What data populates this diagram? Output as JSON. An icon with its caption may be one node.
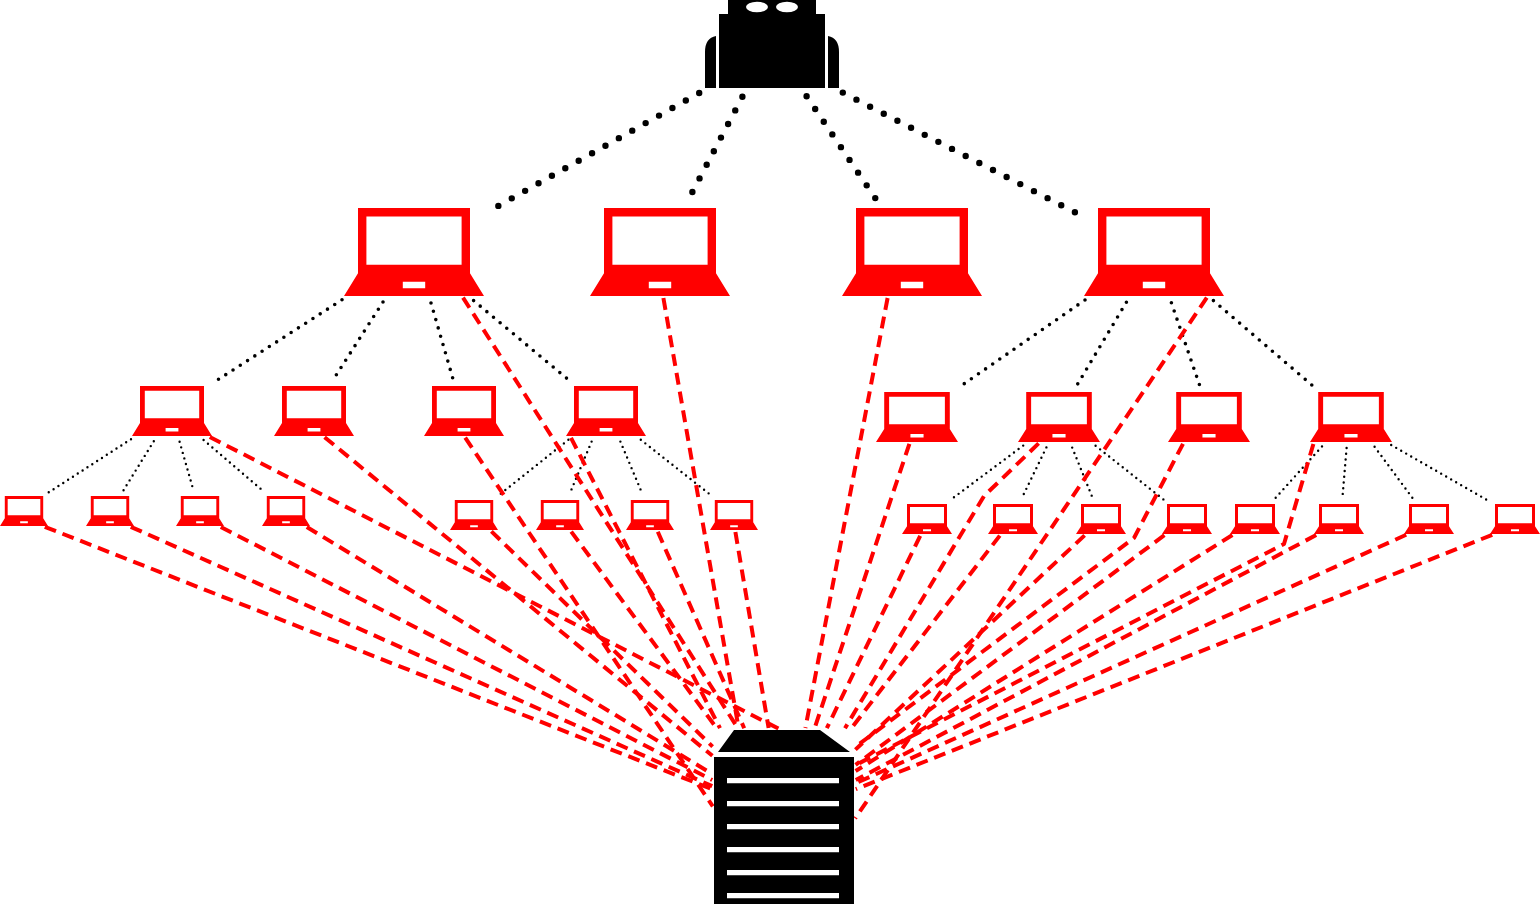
{
  "diagram": {
    "nodes": [
      {
        "text": [],
        "shape": "person"
      },
      {
        "text": [],
        "shape": "laptop"
      },
      {
        "text": [],
        "shape": "laptop"
      },
      {
        "text": [],
        "shape": "laptop"
      },
      {
        "text": [],
        "shape": "laptop"
      },
      {
        "text": [],
        "shape": "laptop"
      },
      {
        "text": [],
        "shape": "laptop"
      },
      {
        "text": [],
        "shape": "laptop"
      },
      {
        "text": [],
        "shape": "laptop"
      },
      {
        "text": [],
        "shape": "laptop"
      },
      {
        "text": [],
        "shape": "laptop"
      },
      {
        "text": [],
        "shape": "laptop"
      },
      {
        "text": [],
        "shape": "laptop"
      },
      {
        "text": [],
        "shape": "laptop"
      },
      {
        "text": [],
        "shape": "laptop"
      },
      {
        "text": [],
        "shape": "laptop"
      },
      {
        "text": [],
        "shape": "laptop"
      },
      {
        "text": [],
        "shape": "laptop"
      },
      {
        "text": [],
        "shape": "laptop"
      },
      {
        "text": [],
        "shape": "laptop"
      },
      {
        "text": [],
        "shape": "laptop"
      },
      {
        "text": [],
        "shape": "laptop"
      },
      {
        "text": [],
        "shape": "laptop"
      },
      {
        "text": [],
        "shape": "laptop"
      },
      {
        "text": [],
        "shape": "laptop"
      },
      {
        "text": [],
        "shape": "laptop"
      },
      {
        "text": [],
        "shape": "laptop"
      },
      {
        "text": [],
        "shape": "laptop"
      },
      {
        "text": [],
        "shape": "laptop"
      },
      {
        "text": [],
        "shape": "server"
      }
    ],
    "edges": [
      {
        "from": 0,
        "to": 1,
        "arrow": "none",
        "style": "dashed"
      },
      {
        "from": 0,
        "to": 2,
        "arrow": "none",
        "style": "dashed"
      },
      {
        "from": 0,
        "to": 3,
        "arrow": "none",
        "style": "dashed"
      },
      {
        "from": 0,
        "to": 4,
        "arrow": "none",
        "style": "dashed"
      },
      {
        "from": 1,
        "to": 5,
        "arrow": "none",
        "style": "dashed"
      },
      {
        "from": 1,
        "to": 6,
        "arrow": "none",
        "style": "dashed"
      },
      {
        "from": 1,
        "to": 7,
        "arrow": "none",
        "style": "dashed"
      },
      {
        "from": 1,
        "to": 8,
        "arrow": "none",
        "style": "dashed"
      },
      {
        "from": 4,
        "to": 9,
        "arrow": "none",
        "style": "dashed"
      },
      {
        "from": 4,
        "to": 10,
        "arrow": "none",
        "style": "dashed"
      },
      {
        "from": 4,
        "to": 11,
        "arrow": "none",
        "style": "dashed"
      },
      {
        "from": 4,
        "to": 12,
        "arrow": "none",
        "style": "dashed"
      },
      {
        "from": 5,
        "to": 13,
        "arrow": "none",
        "style": "dashed"
      },
      {
        "from": 5,
        "to": 14,
        "arrow": "none",
        "style": "dashed"
      },
      {
        "from": 5,
        "to": 15,
        "arrow": "none",
        "style": "dashed"
      },
      {
        "from": 5,
        "to": 16,
        "arrow": "none",
        "style": "dashed"
      },
      {
        "from": 8,
        "to": 17,
        "arrow": "none",
        "style": "dashed"
      },
      {
        "from": 8,
        "to": 18,
        "arrow": "none",
        "style": "dashed"
      },
      {
        "from": 8,
        "to": 19,
        "arrow": "none",
        "style": "dashed"
      },
      {
        "from": 8,
        "to": 20,
        "arrow": "none",
        "style": "dashed"
      },
      {
        "from": 10,
        "to": 21,
        "arrow": "none",
        "style": "dashed"
      },
      {
        "from": 10,
        "to": 22,
        "arrow": "none",
        "style": "dashed"
      },
      {
        "from": 10,
        "to": 23,
        "arrow": "none",
        "style": "dashed"
      },
      {
        "from": 10,
        "to": 24,
        "arrow": "none",
        "style": "dashed"
      },
      {
        "from": 12,
        "to": 25,
        "arrow": "none",
        "style": "dashed"
      },
      {
        "from": 12,
        "to": 26,
        "arrow": "none",
        "style": "dashed"
      },
      {
        "from": 12,
        "to": 27,
        "arrow": "none",
        "style": "dashed"
      },
      {
        "from": 12,
        "to": 28,
        "arrow": "none",
        "style": "dashed"
      },
      {
        "from": 1,
        "to": 29,
        "arrow": "none",
        "style": "dashed",
        "color": "#ff0000"
      },
      {
        "from": 2,
        "to": 29,
        "arrow": "none",
        "style": "dashed",
        "color": "#ff0000"
      },
      {
        "from": 3,
        "to": 29,
        "arrow": "none",
        "style": "dashed",
        "color": "#ff0000"
      },
      {
        "from": 4,
        "to": 29,
        "arrow": "none",
        "style": "dashed",
        "color": "#ff0000"
      },
      {
        "from": 5,
        "to": 29,
        "arrow": "none",
        "style": "dashed",
        "color": "#ff0000"
      },
      {
        "from": 6,
        "to": 29,
        "arrow": "none",
        "style": "dashed",
        "color": "#ff0000"
      },
      {
        "from": 7,
        "to": 29,
        "arrow": "none",
        "style": "dashed",
        "color": "#ff0000"
      },
      {
        "from": 8,
        "to": 29,
        "arrow": "none",
        "style": "dashed",
        "color": "#ff0000"
      },
      {
        "from": 9,
        "to": 29,
        "arrow": "none",
        "style": "dashed",
        "color": "#ff0000"
      },
      {
        "from": 10,
        "to": 29,
        "arrow": "none",
        "style": "dashed",
        "color": "#ff0000"
      },
      {
        "from": 11,
        "to": 29,
        "arrow": "none",
        "style": "dashed",
        "color": "#ff0000"
      },
      {
        "from": 12,
        "to": 29,
        "arrow": "none",
        "style": "dashed",
        "color": "#ff0000"
      },
      {
        "from": 13,
        "to": 29,
        "arrow": "none",
        "style": "dashed",
        "color": "#ff0000"
      },
      {
        "from": 14,
        "to": 29,
        "arrow": "none",
        "style": "dashed",
        "color": "#ff0000"
      },
      {
        "from": 15,
        "to": 29,
        "arrow": "none",
        "style": "dashed",
        "color": "#ff0000"
      },
      {
        "from": 16,
        "to": 29,
        "arrow": "none",
        "style": "dashed",
        "color": "#ff0000"
      },
      {
        "from": 17,
        "to": 29,
        "arrow": "none",
        "style": "dashed",
        "color": "#ff0000"
      },
      {
        "from": 18,
        "to": 29,
        "arrow": "none",
        "style": "dashed",
        "color": "#ff0000"
      },
      {
        "from": 19,
        "to": 29,
        "arrow": "none",
        "style": "dashed",
        "color": "#ff0000"
      },
      {
        "from": 20,
        "to": 29,
        "arrow": "none",
        "style": "dashed",
        "color": "#ff0000"
      },
      {
        "from": 21,
        "to": 29,
        "arrow": "none",
        "style": "dashed",
        "color": "#ff0000"
      },
      {
        "from": 22,
        "to": 29,
        "arrow": "none",
        "style": "dashed",
        "color": "#ff0000"
      },
      {
        "from": 23,
        "to": 29,
        "arrow": "none",
        "style": "dashed",
        "color": "#ff0000"
      },
      {
        "from": 24,
        "to": 29,
        "arrow": "none",
        "style": "dashed",
        "color": "#ff0000"
      },
      {
        "from": 25,
        "to": 29,
        "arrow": "none",
        "style": "dashed",
        "color": "#ff0000"
      },
      {
        "from": 26,
        "to": 29,
        "arrow": "none",
        "style": "dashed",
        "color": "#ff0000"
      },
      {
        "from": 27,
        "to": 29,
        "arrow": "none",
        "style": "dashed",
        "color": "#ff0000"
      },
      {
        "from": 28,
        "to": 29,
        "arrow": "none",
        "style": "dashed",
        "color": "#ff0000"
      }
    ]
  }
}
